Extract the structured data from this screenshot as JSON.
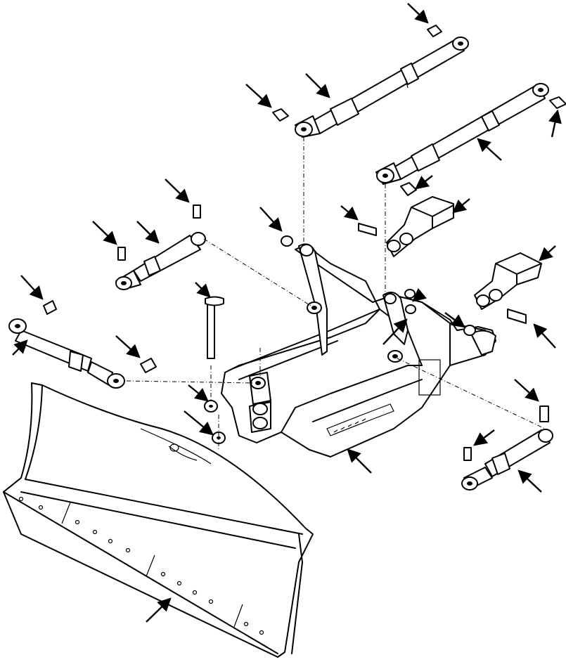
{
  "figure": {
    "description_visible_text": "",
    "callout_arrows": [
      {
        "id": "a1"
      },
      {
        "id": "a2"
      },
      {
        "id": "a3"
      },
      {
        "id": "a4"
      },
      {
        "id": "a5"
      },
      {
        "id": "a6"
      },
      {
        "id": "a7"
      },
      {
        "id": "a8"
      },
      {
        "id": "a9"
      },
      {
        "id": "a10"
      },
      {
        "id": "a11"
      },
      {
        "id": "a12"
      },
      {
        "id": "a13"
      },
      {
        "id": "a14"
      },
      {
        "id": "a15"
      },
      {
        "id": "a16"
      },
      {
        "id": "a17"
      },
      {
        "id": "a18"
      },
      {
        "id": "a19"
      },
      {
        "id": "a20"
      },
      {
        "id": "a21"
      },
      {
        "id": "a22"
      },
      {
        "id": "a23"
      },
      {
        "id": "a24"
      },
      {
        "id": "a25"
      }
    ],
    "colors": {
      "line": "#000000",
      "background": "#ffffff"
    }
  }
}
